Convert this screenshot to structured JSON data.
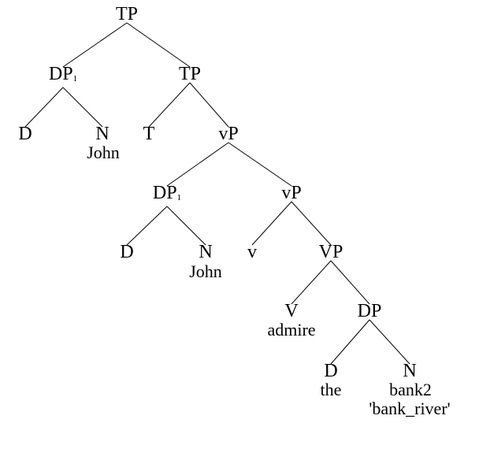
{
  "tree": {
    "nodes": {
      "tp_root": {
        "label": "TP"
      },
      "dp_subj": {
        "label": "DP",
        "index": "1"
      },
      "tp_bar": {
        "label": "TP"
      },
      "d_subj": {
        "label": "D"
      },
      "n_subj": {
        "label": "N",
        "word": "John"
      },
      "t_head": {
        "label": "T"
      },
      "vp_upper": {
        "label": "vP"
      },
      "dp_copy": {
        "label": "DP",
        "index": "1"
      },
      "vp_lower": {
        "label": "vP"
      },
      "d_copy": {
        "label": "D"
      },
      "n_copy": {
        "label": "N",
        "word": "John"
      },
      "v_light": {
        "label": "v"
      },
      "vp_big": {
        "label": "VP"
      },
      "v_main": {
        "label": "V",
        "word": "admire"
      },
      "dp_obj": {
        "label": "DP"
      },
      "d_obj": {
        "label": "D",
        "word": "the"
      },
      "n_obj": {
        "label": "N",
        "word": "bank2",
        "gloss": "'bank_river'"
      }
    },
    "edges": [
      [
        "tp_root",
        "dp_subj"
      ],
      [
        "tp_root",
        "tp_bar"
      ],
      [
        "dp_subj",
        "d_subj"
      ],
      [
        "dp_subj",
        "n_subj"
      ],
      [
        "tp_bar",
        "t_head"
      ],
      [
        "tp_bar",
        "vp_upper"
      ],
      [
        "vp_upper",
        "dp_copy"
      ],
      [
        "vp_upper",
        "vp_lower"
      ],
      [
        "dp_copy",
        "d_copy"
      ],
      [
        "dp_copy",
        "n_copy"
      ],
      [
        "vp_lower",
        "v_light"
      ],
      [
        "vp_lower",
        "vp_big"
      ],
      [
        "vp_big",
        "v_main"
      ],
      [
        "vp_big",
        "dp_obj"
      ],
      [
        "dp_obj",
        "d_obj"
      ],
      [
        "dp_obj",
        "n_obj"
      ]
    ]
  }
}
